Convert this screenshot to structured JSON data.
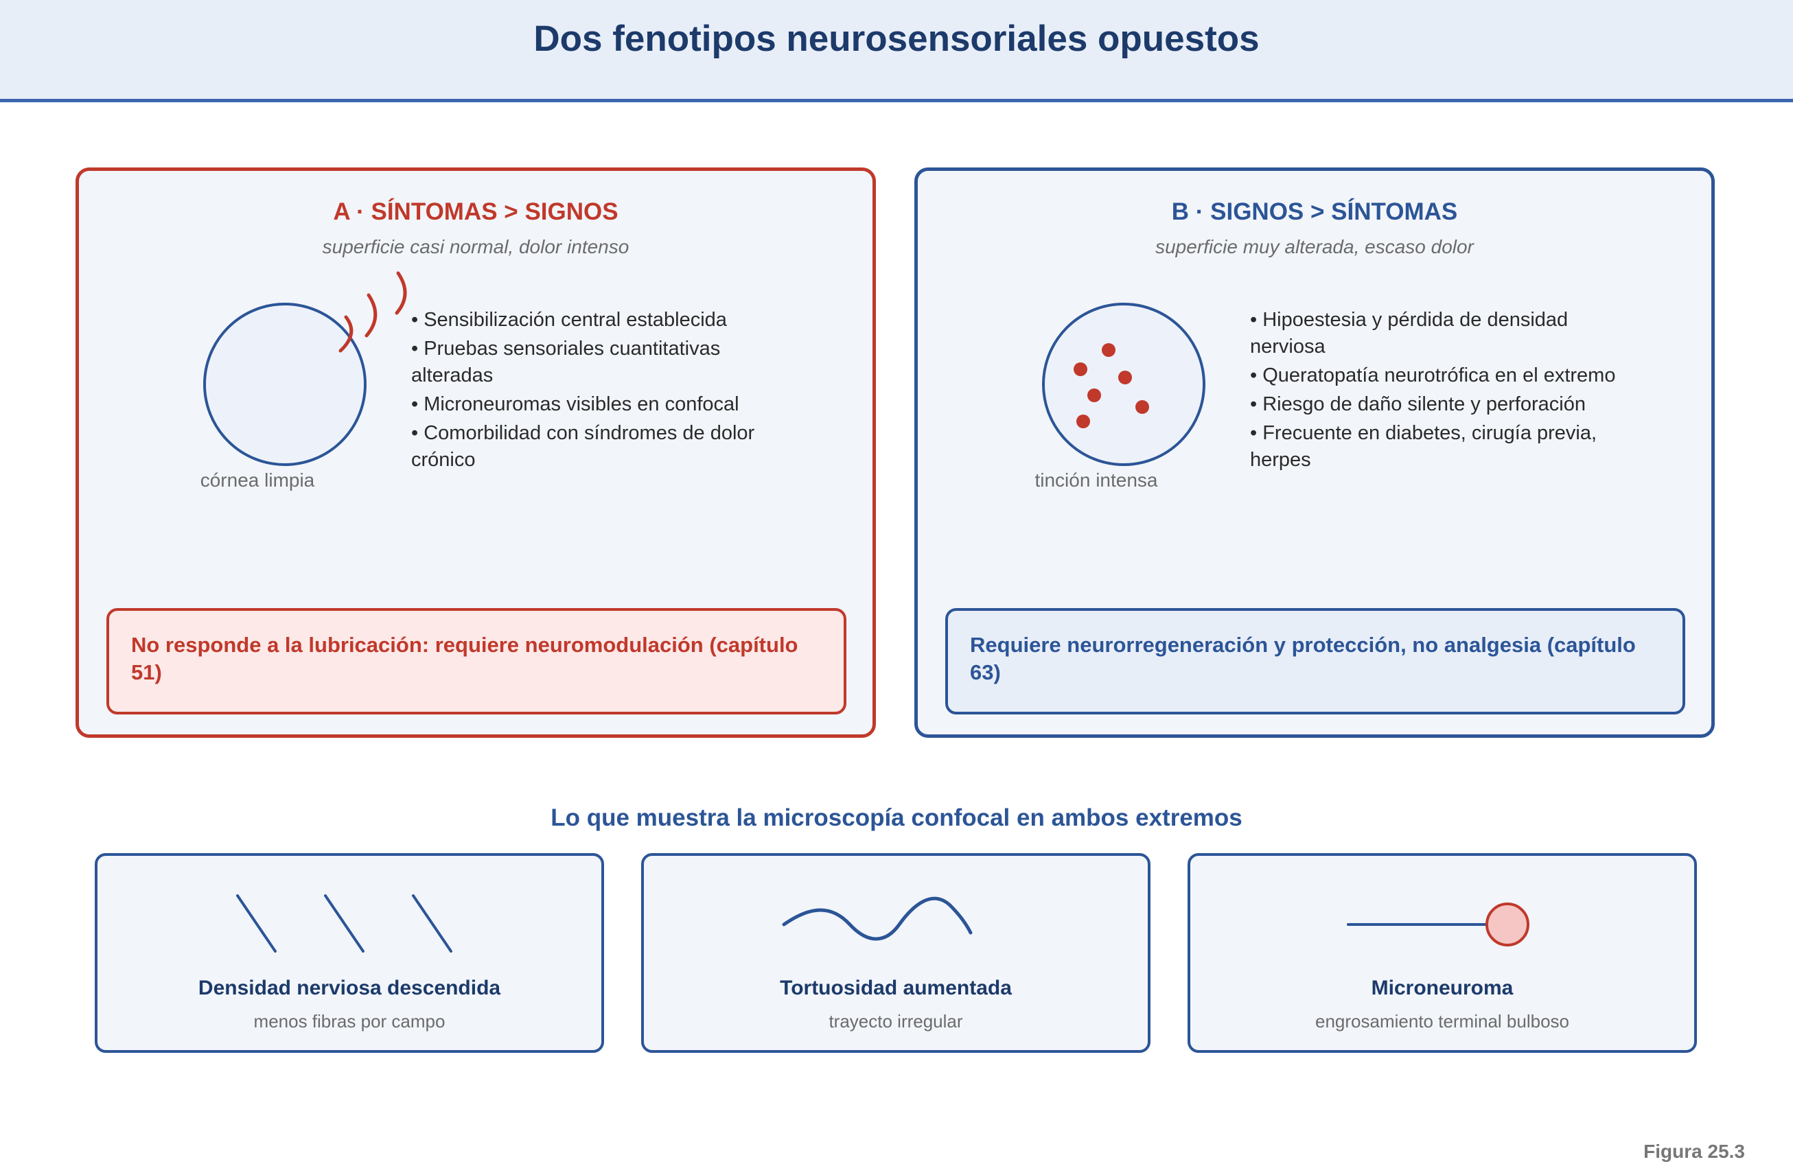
{
  "header": {
    "title": "Dos fenotipos neurosensoriales opuestos"
  },
  "panels": [
    {
      "title": "A · SÍNTOMAS > SIGNOS",
      "subtitle": "superficie casi normal, dolor intenso",
      "illustration_label": "córnea limpia",
      "bullets": [
        "• Sensibilización central establecida",
        "• Pruebas sensoriales cuantitativas alteradas",
        "• Microneuromas visibles en confocal",
        "• Comorbilidad con síndromes de dolor crónico"
      ],
      "callout": "No responde a la lubricación: requiere neuromodulación (capítulo 51)",
      "accent_color": "#c0392b"
    },
    {
      "title": "B · SIGNOS > SÍNTOMAS",
      "subtitle": "superficie muy alterada, escaso dolor",
      "illustration_label": "tinción intensa",
      "bullets": [
        "• Hipoestesia y pérdida de densidad nerviosa",
        "• Queratopatía neurotrófica en el extremo",
        "• Riesgo de daño silente y perforación",
        "• Frecuente en diabetes, cirugía previa, herpes"
      ],
      "callout": "Requiere neurorregeneración y protección, no analgesia (capítulo 63)",
      "accent_color": "#2c5597"
    }
  ],
  "confocal": {
    "title": "Lo que muestra la microscopía confocal en ambos extremos",
    "cards": [
      {
        "title": "Densidad nerviosa descendida",
        "subtitle": "menos fibras por campo"
      },
      {
        "title": "Tortuosidad aumentada",
        "subtitle": "trayecto irregular"
      },
      {
        "title": "Microneuroma",
        "subtitle": "engrosamiento terminal bulboso"
      }
    ]
  },
  "figure_label": "Figura 25.3",
  "colors": {
    "red": "#c0392b",
    "blue": "#2c5597",
    "navy": "#1c3a6a",
    "cornea_fill": "#edf2fa",
    "neuroma_fill": "#f5c6c3"
  }
}
